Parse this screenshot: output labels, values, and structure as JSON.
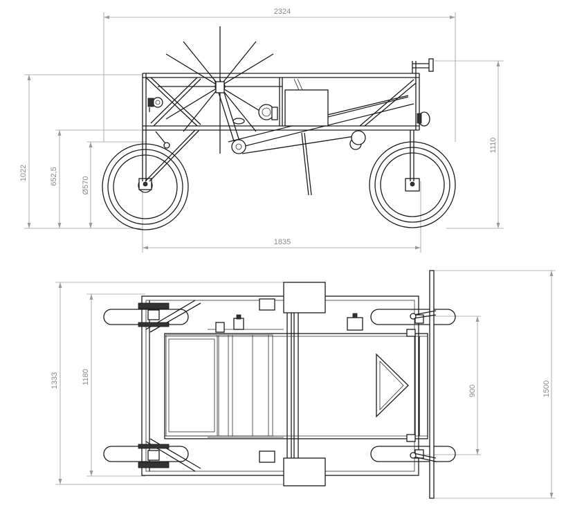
{
  "side_view": {
    "dimensions": {
      "overall_length": "2324",
      "overall_height": "1110",
      "frame_height": "1022",
      "axle_height": "652,5",
      "wheel_diameter": "Ø570",
      "wheelbase": "1835"
    }
  },
  "top_view": {
    "dimensions": {
      "overall_width": "1333",
      "frame_width": "1180",
      "track_width": "900",
      "bar_width": "1500"
    }
  }
}
